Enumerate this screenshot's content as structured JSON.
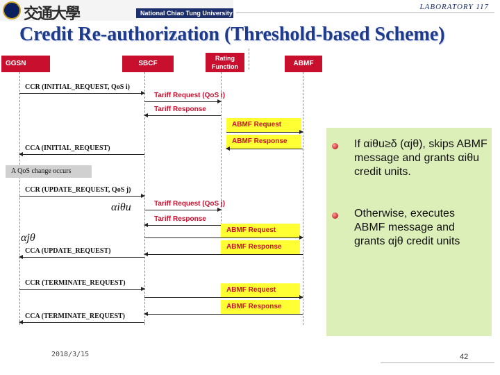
{
  "header": {
    "university": "National Chiao Tung University",
    "university_chars": "交通大學",
    "lab": "LABORATORY 117",
    "title": "Credit Re-authorization (Threshold-based Scheme)"
  },
  "entities": [
    "GGSN",
    "SBCF",
    "Rating Function",
    "ABMF"
  ],
  "messages": {
    "ccr_initial": "CCR (INITIAL_REQUEST, QoS i)",
    "tariff_req_i": "Tariff Request (QoS i)",
    "tariff_resp_1": "Tariff Response",
    "abmf_req_1": "ABMF Request",
    "abmf_resp_1": "ABMF Response",
    "cca_initial": "CCA (INITIAL_REQUEST)",
    "qos_change": "A QoS change occurs",
    "ccr_update": "CCR (UPDATE_REQUEST, QoS j)",
    "tariff_req_j": "Tariff Request (QoS j)",
    "tariff_resp_2": "Tariff Response",
    "abmf_req_2": "ABMF Request",
    "abmf_resp_2": "ABMF Response",
    "cca_update": "CCA (UPDATE_REQUEST)",
    "ccr_terminate": "CCR (TERMINATE_REQUEST)",
    "abmf_req_3": "ABMF Request",
    "abmf_resp_3": "ABMF Response",
    "cca_terminate": "CCA (TERMINATE_REQUEST)"
  },
  "annotations": {
    "alpha_i_theta_u": "αiθu",
    "alpha_j_theta": "αjθ"
  },
  "bullets": [
    "If αiθu≥δ (αjθ), skips ABMF message and grants αiθu credit units.",
    "Otherwise, executes ABMF message and grants αjθ credit units"
  ],
  "footer": {
    "date": "2018/3/15",
    "page": "42"
  },
  "colors": {
    "lifeline_box": "#c8102e",
    "abmf_box": "#ffff33",
    "panel": "#dcefb8",
    "title": "#1e3a8a"
  }
}
